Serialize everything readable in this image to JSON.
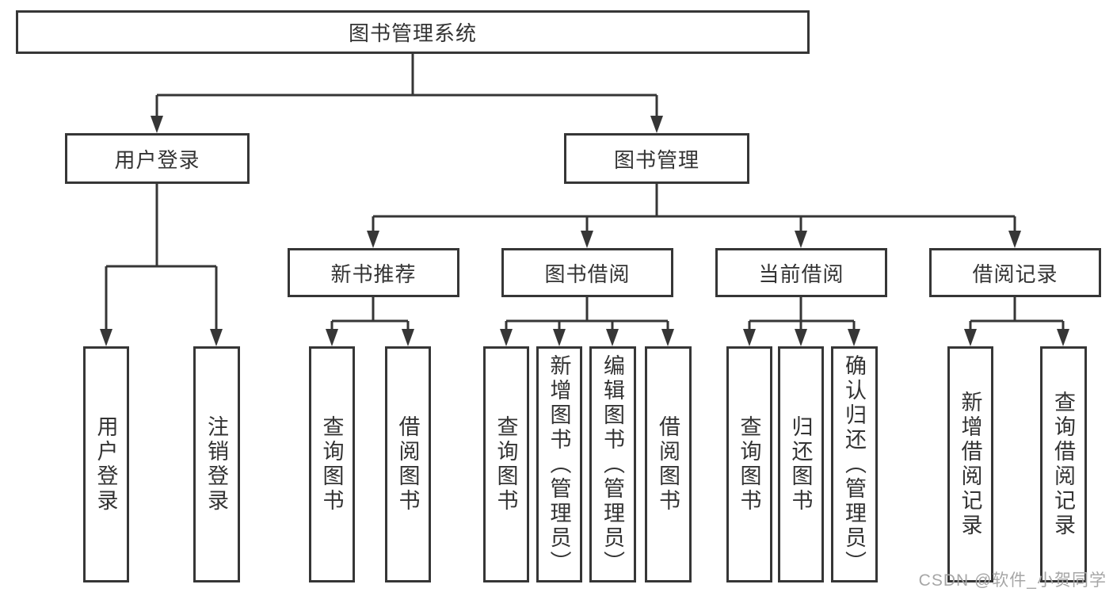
{
  "diagram": {
    "title": "图书管理系统",
    "level2": {
      "user_login": "用户登录",
      "book_mgmt": "图书管理"
    },
    "level3": {
      "new_book_rec": "新书推荐",
      "book_borrow": "图书借阅",
      "current_borrow": "当前借阅",
      "borrow_records": "借阅记录"
    },
    "leaves": {
      "user_login_login": "用户登录",
      "user_login_logout": "注销登录",
      "nbr_query_books": "查询图书",
      "nbr_borrow_books": "借阅图书",
      "bb_query_books": "查询图书",
      "bb_add_books": "新增图书（管理员）",
      "bb_edit_books": "编辑图书（管理员）",
      "bb_borrow_books": "借阅图书",
      "cb_query_books": "查询图书",
      "cb_return_books": "归还图书",
      "cb_confirm_return": "确认归还（管理员）",
      "br_add_record": "新增借阅记录",
      "br_query_record": "查询借阅记录"
    }
  },
  "watermark": "CSDN @软件_小贺同学",
  "colors": {
    "line": "#363636",
    "text": "#333333",
    "watermark": "#a6a6a6"
  }
}
